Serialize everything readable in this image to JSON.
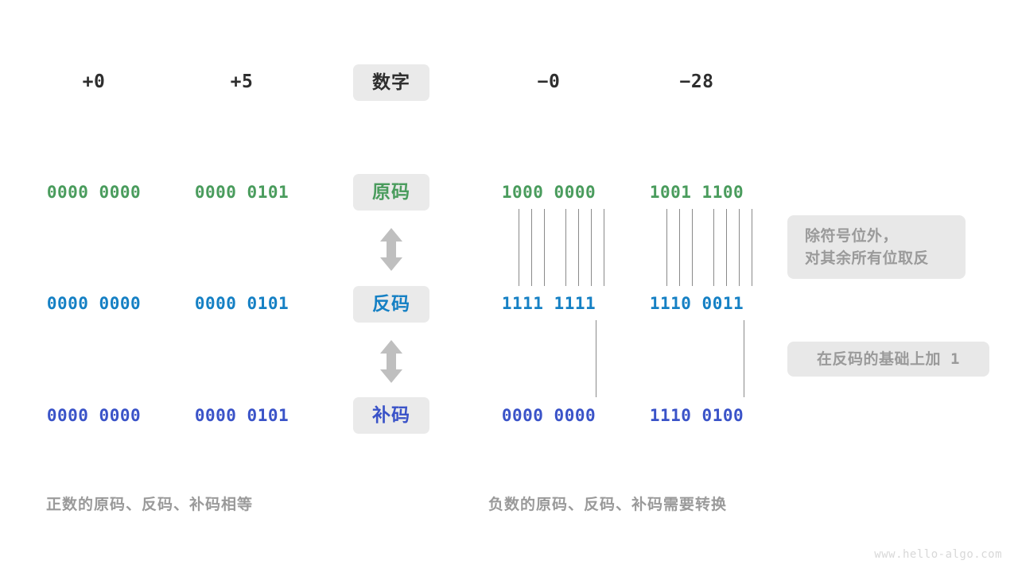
{
  "page": {
    "background": "#ffffff",
    "watermark": "www.hello-algo.com"
  },
  "colors": {
    "sign_magnitude": "#4a9c5d",
    "ones_complement": "#1580c4",
    "twos_complement": "#3a53c8",
    "header_text": "#2e2e2e",
    "pill_bg": "#eaeaea",
    "note_bg": "#e8e8e8",
    "note_text": "#9a9a9a",
    "connector_line": "#8a8a8a",
    "arrow": "#bfbfbf"
  },
  "row_labels": {
    "number": "数字",
    "sign_magnitude": "原码",
    "ones_complement": "反码",
    "twos_complement": "补码"
  },
  "columns": [
    {
      "key": "pos_zero",
      "header": "+0"
    },
    {
      "key": "pos_five",
      "header": "+5"
    },
    {
      "key": "neg_zero",
      "header": "−0"
    },
    {
      "key": "neg_28",
      "header": "−28"
    }
  ],
  "rows": {
    "sign_magnitude": {
      "label": "原码",
      "values": {
        "pos_zero": "0000 0000",
        "pos_five": "0000 0101",
        "neg_zero": "1000 0000",
        "neg_28": "1001 1100"
      }
    },
    "ones_complement": {
      "label": "反码",
      "values": {
        "pos_zero": "0000 0000",
        "pos_five": "0000 0101",
        "neg_zero": "1111 1111",
        "neg_28": "1110 0011"
      }
    },
    "twos_complement": {
      "label": "补码",
      "values": {
        "pos_zero": "0000 0000",
        "pos_five": "0000 0101",
        "neg_zero": "0000 0000",
        "neg_28": "1110 0100"
      }
    }
  },
  "notes": {
    "invert": {
      "line1": "除符号位外，",
      "line2": "对其余所有位取反"
    },
    "add_one": {
      "text": "在反码的基础上加",
      "value": "1"
    }
  },
  "captions": {
    "positive": "正数的原码、反码、补码相等",
    "negative": "负数的原码、反码、补码需要转换"
  },
  "arrows": {
    "sign_to_ones": "double-arrow-vertical",
    "ones_to_twos": "double-arrow-vertical"
  }
}
